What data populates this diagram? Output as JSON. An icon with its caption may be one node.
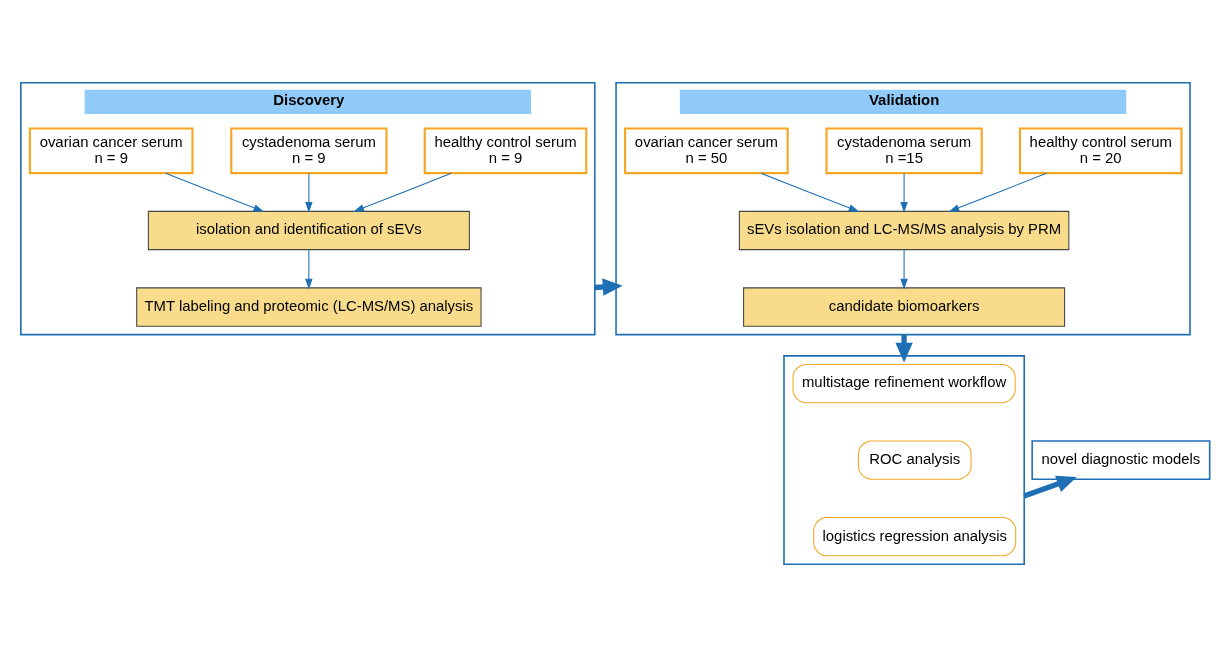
{
  "diagram": {
    "nodes": [
      {
        "text": [
          "Discovery"
        ]
      },
      {
        "text": [
          "ovarian cancer serum",
          "n = 9"
        ],
        "in": 0
      },
      {
        "text": [
          "cystadenoma serum",
          "n = 9"
        ],
        "in": 0
      },
      {
        "text": [
          "healthy control serum",
          "n = 9"
        ],
        "in": 0
      },
      {
        "text": [
          "isolation and identification of sEVs"
        ],
        "in": 0
      },
      {
        "text": [
          "TMT labeling and proteomic (LC-MS/MS) analysis"
        ],
        "in": 0
      },
      {
        "text": [
          "Validation"
        ]
      },
      {
        "text": [
          "ovarian cancer serum",
          "n = 50"
        ],
        "in": 6
      },
      {
        "text": [
          "cystadenoma serum",
          "n =15"
        ],
        "in": 6
      },
      {
        "text": [
          "healthy control serum",
          "n = 20"
        ],
        "in": 6
      },
      {
        "text": [
          "sEVs isolation and LC-MS/MS analysis by PRM"
        ],
        "in": 6
      },
      {
        "text": [
          "candidate biomoarkers"
        ],
        "in": 6
      },
      {
        "text": [],
        "shape": "box"
      },
      {
        "text": [
          "multistage refinement workflow"
        ],
        "in": 12
      },
      {
        "text": [
          "ROC analysis"
        ],
        "in": 12
      },
      {
        "text": [
          "logistics regression analysis"
        ],
        "in": 12
      },
      {
        "text": [
          "novel diagnostic models"
        ]
      }
    ],
    "edges": [
      {
        "from": 1,
        "to": 4,
        "arrow": "to"
      },
      {
        "from": 2,
        "to": 4,
        "arrow": "to"
      },
      {
        "from": 3,
        "to": 4,
        "arrow": "to"
      },
      {
        "from": 4,
        "to": 5,
        "arrow": "to"
      },
      {
        "from": 0,
        "to": 6,
        "arrow": "to",
        "style": "thick"
      },
      {
        "from": 7,
        "to": 10,
        "arrow": "to"
      },
      {
        "from": 8,
        "to": 10,
        "arrow": "to"
      },
      {
        "from": 9,
        "to": 10,
        "arrow": "to"
      },
      {
        "from": 10,
        "to": 11,
        "arrow": "to"
      },
      {
        "from": 6,
        "to": 12,
        "arrow": "to",
        "style": "thick"
      },
      {
        "from": 12,
        "to": 16,
        "arrow": "to",
        "style": "thick"
      }
    ]
  }
}
